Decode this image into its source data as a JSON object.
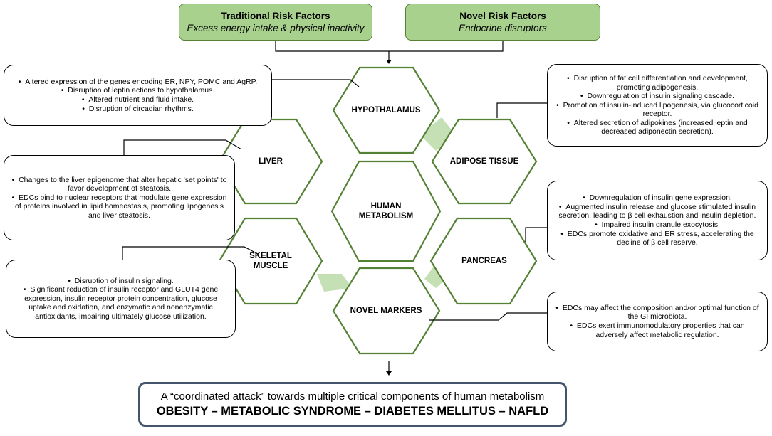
{
  "risk_factors": {
    "traditional": {
      "title": "Traditional Risk Factors",
      "subtitle": "Excess energy intake & physical inactivity"
    },
    "novel": {
      "title": "Novel Risk Factors",
      "subtitle": "Endocrine disruptors"
    }
  },
  "hexagons": {
    "hypothalamus": "HYPOTHALAMUS",
    "liver": "LIVER",
    "adipose": "ADIPOSE TISSUE",
    "center_1": "HUMAN",
    "center_2": "METABOLISM",
    "skeletal_1": "SKELETAL",
    "skeletal_2": "MUSCLE",
    "pancreas": "PANCREAS",
    "novel_markers": "NOVEL MARKERS"
  },
  "boxes": {
    "hypothalamus": [
      "Altered expression of the genes encoding ER, NPY, POMC and AgRP.",
      "Disruption of  leptin actions to hypothalamus.",
      "Altered nutrient and fluid intake.",
      "Disruption of circadian rhythms."
    ],
    "adipose": [
      "Disruption of fat cell differentiation and development, promoting adipogenesis.",
      "Downregulation of insulin signaling cascade.",
      "Promotion of insulin-induced lipogenesis, via glucocorticoid receptor.",
      "Altered secretion of adipokines (increased leptin and decreased adiponectin secretion)."
    ],
    "liver": [
      "Changes to the liver epigenome that alter hepatic 'set points' to favor  development  of steatosis.",
      "EDCs bind to nuclear receptors that modulate gene expression of proteins involved in lipid homeostasis, promoting lipogenesis and liver steatosis."
    ],
    "pancreas": [
      "Downregulation of insulin gene expression.",
      "Augmented  insulin release and glucose stimulated insulin secretion, leading to β cell exhaustion and insulin depletion.",
      "Impaired insulin granule exocytosis.",
      "EDCs promote oxidative and ER stress, accelerating the decline of β cell reserve."
    ],
    "skeletal": [
      "Disruption of insulin signaling.",
      "Significant reduction of insulin receptor and GLUT4 gene expression, insulin receptor protein concentration, glucose uptake and oxidation, and enzymatic and nonenzymatic antioxidants, impairing ultimately glucose utilization."
    ],
    "novel": [
      "EDCs may affect the composition and/or optimal function of the GI microbiota.",
      "EDCs exert immunomodulatory properties that can adversely affect metabolic regulation."
    ]
  },
  "conclusion": {
    "line1": "A “coordinated attack” towards multiple critical components of human metabolism",
    "line2": "OBESITY – METABOLIC SYNDROME – DIABETES MELLITUS – NAFLD"
  },
  "colors": {
    "green_fill": "#a9d18e",
    "green_border": "#548235",
    "hex_stroke": "#548235",
    "connector": "#c5e0b4",
    "bottom_border": "#44546a"
  }
}
